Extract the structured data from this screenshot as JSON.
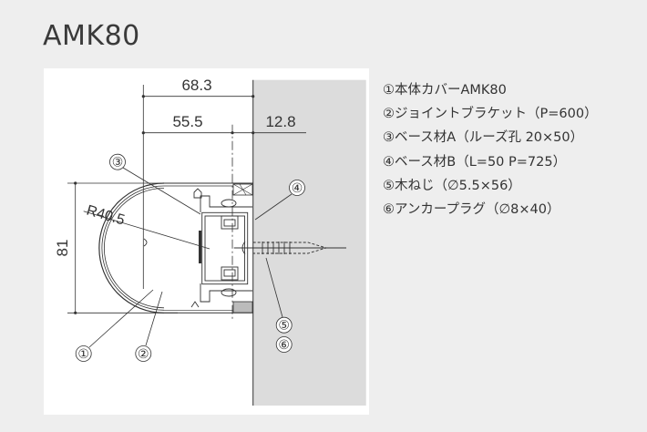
{
  "title": "AMK80",
  "diagram": {
    "dimensions": {
      "overall_depth": "68.3",
      "cover_depth": "55.5",
      "base_depth": "12.8",
      "height": "81",
      "radius": "R40.5"
    },
    "callouts": [
      "①",
      "②",
      "③",
      "④",
      "⑤",
      "⑥"
    ]
  },
  "legend": [
    "①本体カバーAMK80",
    "②ジョイントブラケット（P=600）",
    "③ベース材A（ルーズ孔 20×50）",
    "④ベース材B（L=50 P=725）",
    "⑤木ねじ（∅5.5×56）",
    "⑥アンカープラグ（∅8×40）"
  ]
}
